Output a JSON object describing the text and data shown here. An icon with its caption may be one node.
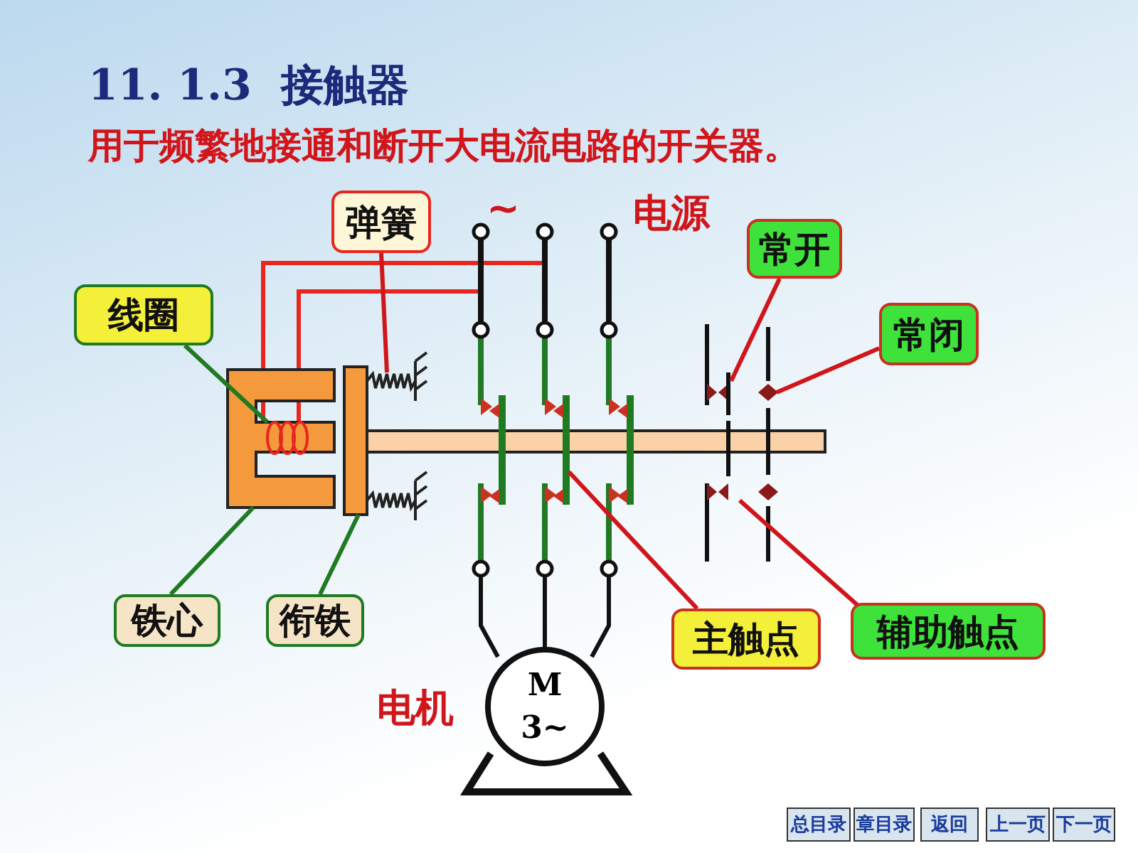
{
  "diagram": {
    "title": "11. 1.3  接触器",
    "nodes": [
      {
        "text": [
          "弹簧"
        ]
      },
      {
        "text": [
          "线圈"
        ]
      },
      {
        "text": [
          "常开"
        ]
      },
      {
        "text": [
          "常闭"
        ]
      },
      {
        "text": [
          "铁心"
        ]
      },
      {
        "text": [
          "衔铁"
        ]
      },
      {
        "text": [
          "主触点"
        ]
      },
      {
        "text": [
          "辅助触点"
        ]
      },
      {
        "text": [
          "M 3~"
        ]
      },
      {
        "text": [],
        "shape": "spring"
      },
      {
        "text": [],
        "shape": "core"
      },
      {
        "text": [],
        "shape": "coil",
        "in": 10
      },
      {
        "text": [],
        "shape": "contact"
      },
      {
        "text": [],
        "shape": "contact"
      },
      {
        "text": [],
        "shape": "armature"
      },
      {
        "text": [],
        "shape": "contact"
      },
      {
        "text": [],
        "shape": "contact"
      }
    ],
    "edges": [
      {
        "from": 0,
        "to": 9,
        "arrow": "none"
      },
      {
        "from": 1,
        "to": 11,
        "arrow": "none",
        "color": "#1f7a22"
      },
      {
        "from": 2,
        "to": 12,
        "arrow": "none"
      },
      {
        "from": 3,
        "to": 13,
        "arrow": "none"
      },
      {
        "from": 4,
        "to": 10,
        "arrow": "none",
        "color": "#1f7a22"
      },
      {
        "from": 5,
        "to": 14,
        "arrow": "none",
        "color": "#1f7a22"
      },
      {
        "from": 6,
        "to": 15,
        "arrow": "none"
      },
      {
        "from": 7,
        "to": 16,
        "arrow": "none"
      }
    ],
    "labels": [
      "用于频繁地接通和断开大电流电路的开关器。",
      "~",
      "电源",
      "电机",
      "总目录",
      "章目录",
      "返回",
      "上一页",
      "下一页"
    ]
  }
}
